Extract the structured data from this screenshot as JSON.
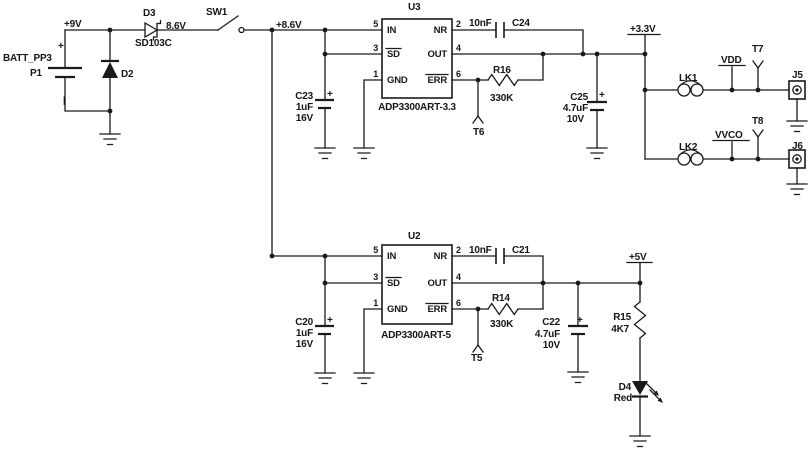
{
  "colors": {
    "background": "#ffffff",
    "ink": "#1a1a1a"
  },
  "nets": {
    "v9": "+9V",
    "v8_6_after_diode": "8.6V",
    "v8_6": "+8.6V",
    "v3_3": "+3.3V",
    "v5": "+5V",
    "vdd": "VDD",
    "vvco": "VVCO"
  },
  "battery": {
    "name": "BATT_PP3",
    "ref": "P1",
    "plus": "+",
    "minus": "|"
  },
  "switch": {
    "ref": "SW1"
  },
  "diodes": {
    "d2": {
      "ref": "D2"
    },
    "d3": {
      "ref": "D3",
      "part": "SD103C"
    },
    "d4": {
      "ref": "D4",
      "color_label": "Red"
    }
  },
  "regulators": {
    "u3": {
      "ref": "U3",
      "part": "ADP3300ART-3.3"
    },
    "u2": {
      "ref": "U2",
      "part": "ADP3300ART-5"
    },
    "pins": {
      "in": "IN",
      "sd": "SD",
      "gnd": "GND",
      "nr": "NR",
      "out": "OUT",
      "err": "ERR"
    },
    "pin_numbers": {
      "in": "5",
      "sd": "3",
      "gnd": "1",
      "nr": "2",
      "out": "4",
      "err": "6"
    }
  },
  "capacitors": {
    "c20": {
      "ref": "C20",
      "value": "1uF",
      "rating": "16V",
      "plus": "+"
    },
    "c21": {
      "ref": "C21",
      "value": "10nF"
    },
    "c22": {
      "ref": "C22",
      "value": "4.7uF",
      "rating": "10V",
      "plus": "+"
    },
    "c23": {
      "ref": "C23",
      "value": "1uF",
      "rating": "16V",
      "plus": "+"
    },
    "c24": {
      "ref": "C24",
      "value": "10nF"
    },
    "c25": {
      "ref": "C25",
      "value": "4.7uF",
      "rating": "10V",
      "plus": "+"
    }
  },
  "resistors": {
    "r14": {
      "ref": "R14",
      "value": "330K"
    },
    "r15": {
      "ref": "R15",
      "value": "4K7"
    },
    "r16": {
      "ref": "R16",
      "value": "330K"
    }
  },
  "links": {
    "lk1": {
      "ref": "LK1"
    },
    "lk2": {
      "ref": "LK2"
    }
  },
  "connectors": {
    "j5": {
      "ref": "J5"
    },
    "j6": {
      "ref": "J6"
    }
  },
  "test_points": {
    "t5": {
      "ref": "T5"
    },
    "t6": {
      "ref": "T6"
    },
    "t7": {
      "ref": "T7"
    },
    "t8": {
      "ref": "T8"
    }
  }
}
